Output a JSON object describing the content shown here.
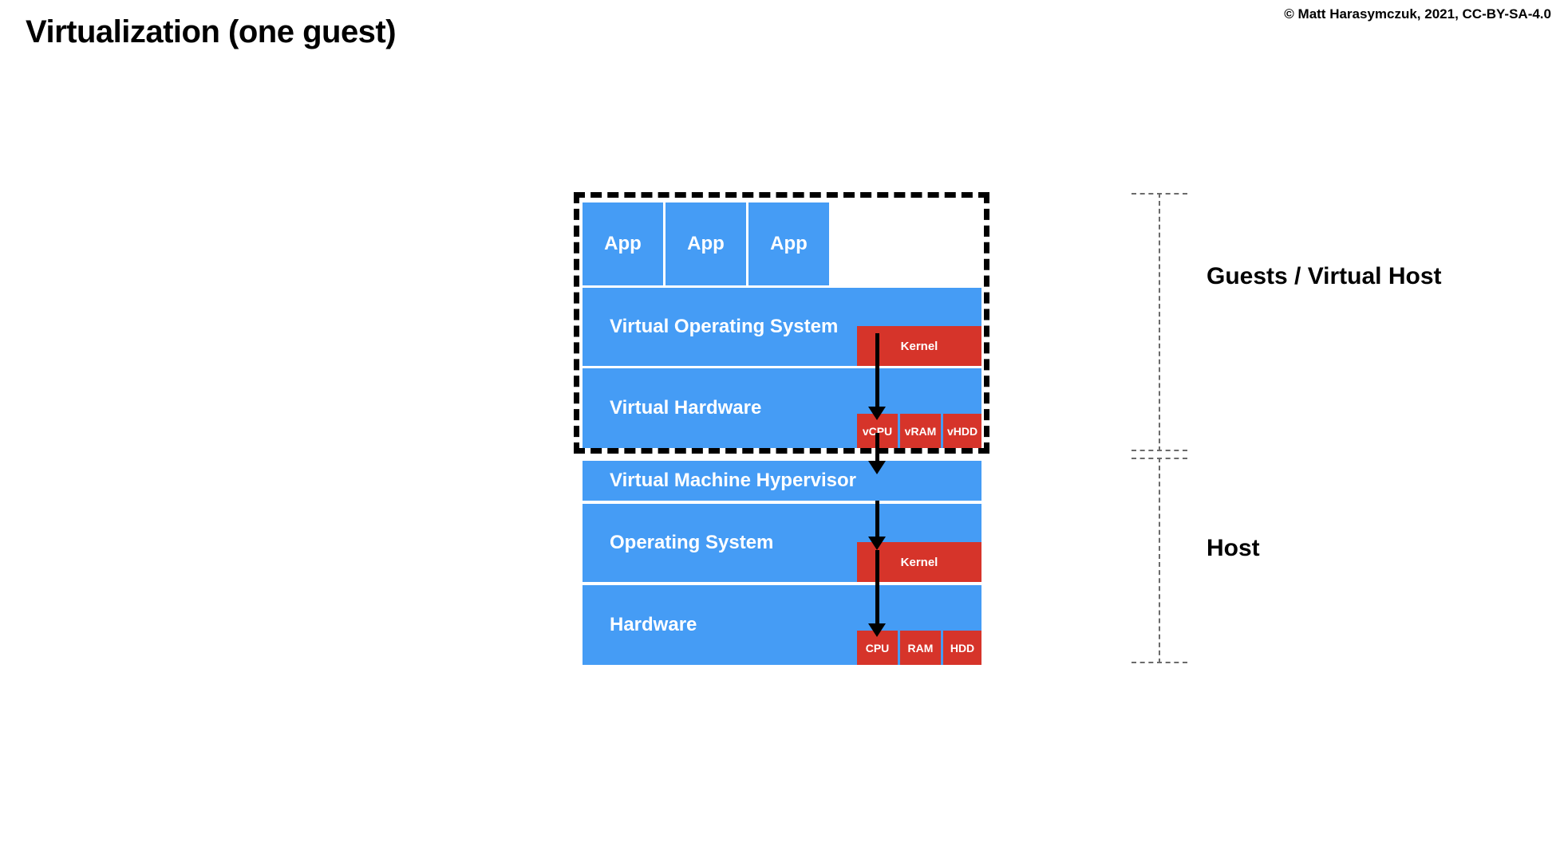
{
  "slide": {
    "title": "Virtualization (one guest)",
    "copyright": "© Matt Harasymczuk, 2021, CC-BY-SA-4.0"
  },
  "colors": {
    "background": "#ffffff",
    "layer_blue": "#459CF5",
    "component_red": "#D6342A",
    "text_on_fill": "#ffffff",
    "text_primary": "#000000",
    "boundary_dashed": "#000000",
    "bracket_dashed": "#6b6b6b"
  },
  "guest": {
    "boundary_style": "dashed",
    "apps": [
      {
        "label": "App"
      },
      {
        "label": "App"
      },
      {
        "label": "App"
      }
    ],
    "layers": [
      {
        "label": "Virtual Operating System"
      },
      {
        "label": "Virtual Hardware"
      }
    ],
    "virtual_kernel": {
      "label": "Kernel"
    },
    "virtual_resources": [
      {
        "label": "vCPU"
      },
      {
        "label": "vRAM"
      },
      {
        "label": "vHDD"
      }
    ]
  },
  "host": {
    "layers": [
      {
        "label": "Virtual Machine Hypervisor"
      },
      {
        "label": "Operating System"
      },
      {
        "label": "Hardware"
      }
    ],
    "kernel": {
      "label": "Kernel"
    },
    "resources": [
      {
        "label": "CPU"
      },
      {
        "label": "RAM"
      },
      {
        "label": "HDD"
      }
    ]
  },
  "brackets": [
    {
      "label": "Guests / Virtual Host"
    },
    {
      "label": "Host"
    }
  ]
}
